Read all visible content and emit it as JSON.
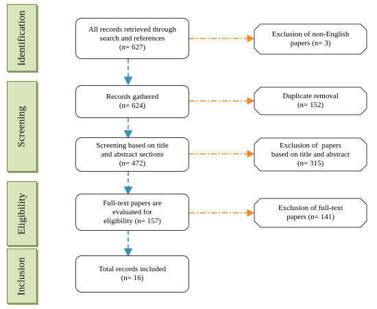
{
  "phases": {
    "identification": "Identification",
    "screening": "Screening",
    "eligibility": "Eligibility",
    "inclusion": "Inclusion"
  },
  "main_boxes": [
    {
      "lines": [
        "All records retrieved through",
        "search and references",
        "(n= 627)"
      ]
    },
    {
      "lines": [
        "Records gathered",
        "(n= 624)"
      ]
    },
    {
      "lines": [
        "Screening based on title",
        "and abstract sections",
        "(n= 472)"
      ]
    },
    {
      "lines": [
        "Full-text papers are",
        "evaluated for",
        "eligibility (n= 157)"
      ]
    },
    {
      "lines": [
        "Total records included",
        "(n= 16)"
      ]
    }
  ],
  "side_boxes": [
    {
      "lines": [
        "Exclusion of non-English",
        "papers (n= 3)"
      ]
    },
    {
      "lines": [
        "Duplicate removal",
        "(n= 152)"
      ]
    },
    {
      "lines": [
        "Exclusion of  papers",
        "based on title and abstract",
        "(n= 315)"
      ]
    },
    {
      "lines": [
        "Exclusion of full-text",
        "papers (n= 141)"
      ]
    }
  ],
  "colors": {
    "phase_fill": "#d8e4bc",
    "down_arrow": "#3a8fb7",
    "side_arrow": "#f0892b"
  }
}
